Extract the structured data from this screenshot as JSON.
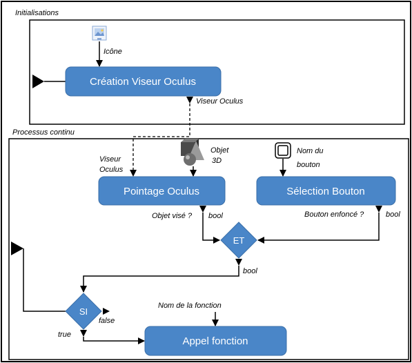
{
  "sections": {
    "init": "Initialisations",
    "process": "Processus continu"
  },
  "nodes": {
    "creation": "Création Viseur Oculus",
    "pointage": "Pointage Oculus",
    "selection": "Sélection Bouton",
    "appel": "Appel fonction",
    "et": "ET",
    "si": "SI"
  },
  "labels": {
    "icone": "Icône",
    "viseur_out": "Viseur Oculus",
    "viseur_in_1": "Viseur",
    "viseur_in_2": "Oculus",
    "objet3d_1": "Objet",
    "objet3d_2": "3D",
    "nom_bouton_1": "Nom du",
    "nom_bouton_2": "bouton",
    "objet_vise": "Objet visé ?",
    "bool_pointage": "bool",
    "bouton_enfonce": "Bouton enfoncé ?",
    "bool_selection": "bool",
    "bool_et": "bool",
    "false": "false",
    "true": "true",
    "nom_fonction": "Nom de la fonction"
  },
  "colors": {
    "node_fill": "#4a86c8",
    "node_stroke": "#3b6fa8",
    "line": "#000000"
  },
  "icons": {
    "icone": "image-icon",
    "objet3d": "3d-shapes-icon",
    "nom_bouton": "button-icon"
  }
}
